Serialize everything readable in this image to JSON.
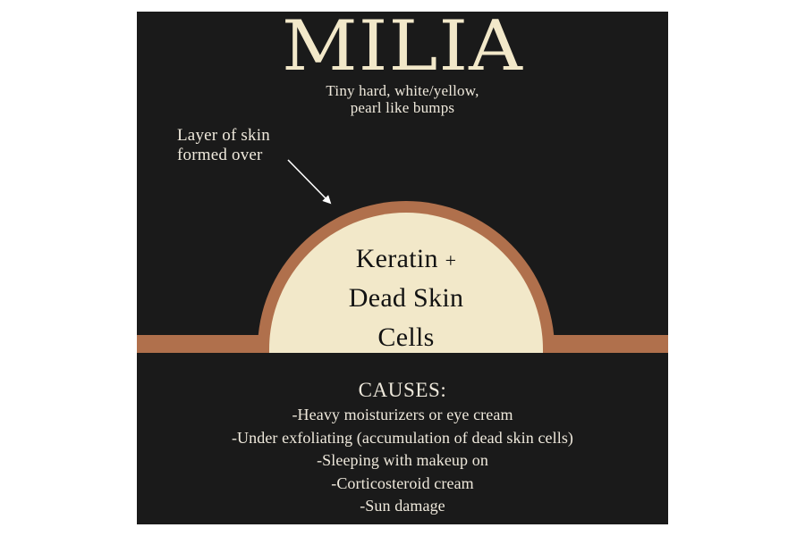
{
  "poster": {
    "title": "MILIA",
    "subtitle_line1": "Tiny hard, white/yellow,",
    "subtitle_line2": "pearl like bumps",
    "colors": {
      "background": "#1a1a1a",
      "cream": "#f2e8c9",
      "skin_brown": "#b0704c",
      "text_light": "#efe9dc",
      "text_dark": "#121212",
      "page": "#ffffff"
    }
  },
  "annotation": {
    "line1": "Layer of skin",
    "line2": "formed over",
    "pointer_icon": "arrow-icon"
  },
  "diagram": {
    "bump_label_line1": "Keratin",
    "bump_label_plus": "+",
    "bump_label_line2": "Dead Skin",
    "bump_label_line3": "Cells",
    "skin_layer_name": "skin-surface-band"
  },
  "causes": {
    "heading": "CAUSES:",
    "items": [
      "-Heavy moisturizers or eye cream",
      "-Under exfoliating (accumulation of dead skin cells)",
      "-Sleeping with makeup on",
      "-Corticosteroid cream",
      "-Sun damage"
    ]
  }
}
